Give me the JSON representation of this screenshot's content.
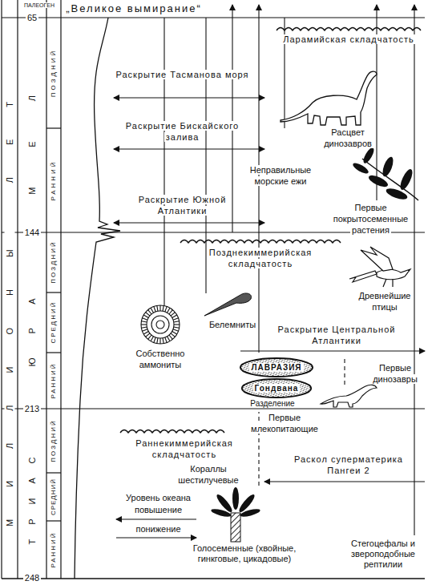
{
  "diagram": {
    "nodes": [
      {
        "text": [
          "ЛАВРАЗИЯ"
        ]
      },
      {
        "text": [
          "Гондвана"
        ]
      }
    ],
    "labels": [
      "„Великое вымирание“",
      "Ларамийская складчатость",
      "Раскрытие Тасманова моря",
      "Расцвет динозавров",
      "Раскрытие Бискайского залива",
      "Неправильные морские ежи",
      "Раскрытие Южной Атлантики",
      "Первые покрытосеменные растения",
      "Позднекиммерийская складчатость",
      "Древнейшие птицы",
      "Белемниты",
      "Собственно аммониты",
      "Раскрытие Центральной Атлантики",
      "Разделение",
      "Первые динозавры",
      "Первые млекопитающие",
      "Раннекиммерийская складчатость",
      "Кораллы шестилучевые",
      "Раскол суперматерика Пангеи 2",
      "Уровень океана",
      "повышение",
      "понижение",
      "Голосеменные (хвойные, гинкговые, цикадовые)",
      "Стегоцефалы и звероподобные рептилии",
      "65",
      "144",
      "213",
      "248",
      "МИЛЛИОНЫ ЛЕТ",
      "ТРИАС",
      "ЮРА",
      "МЕЛ",
      "ПАЛЕОГЕН",
      "ПОЗДНИЙ",
      "РАННИЙ",
      "ПОЗДНИЙ",
      "СРЕДНИЙ",
      "РАННИЙ",
      "ПОЗДНИЙ",
      "СРЕДНИЙ",
      "РАННИЙ"
    ]
  }
}
